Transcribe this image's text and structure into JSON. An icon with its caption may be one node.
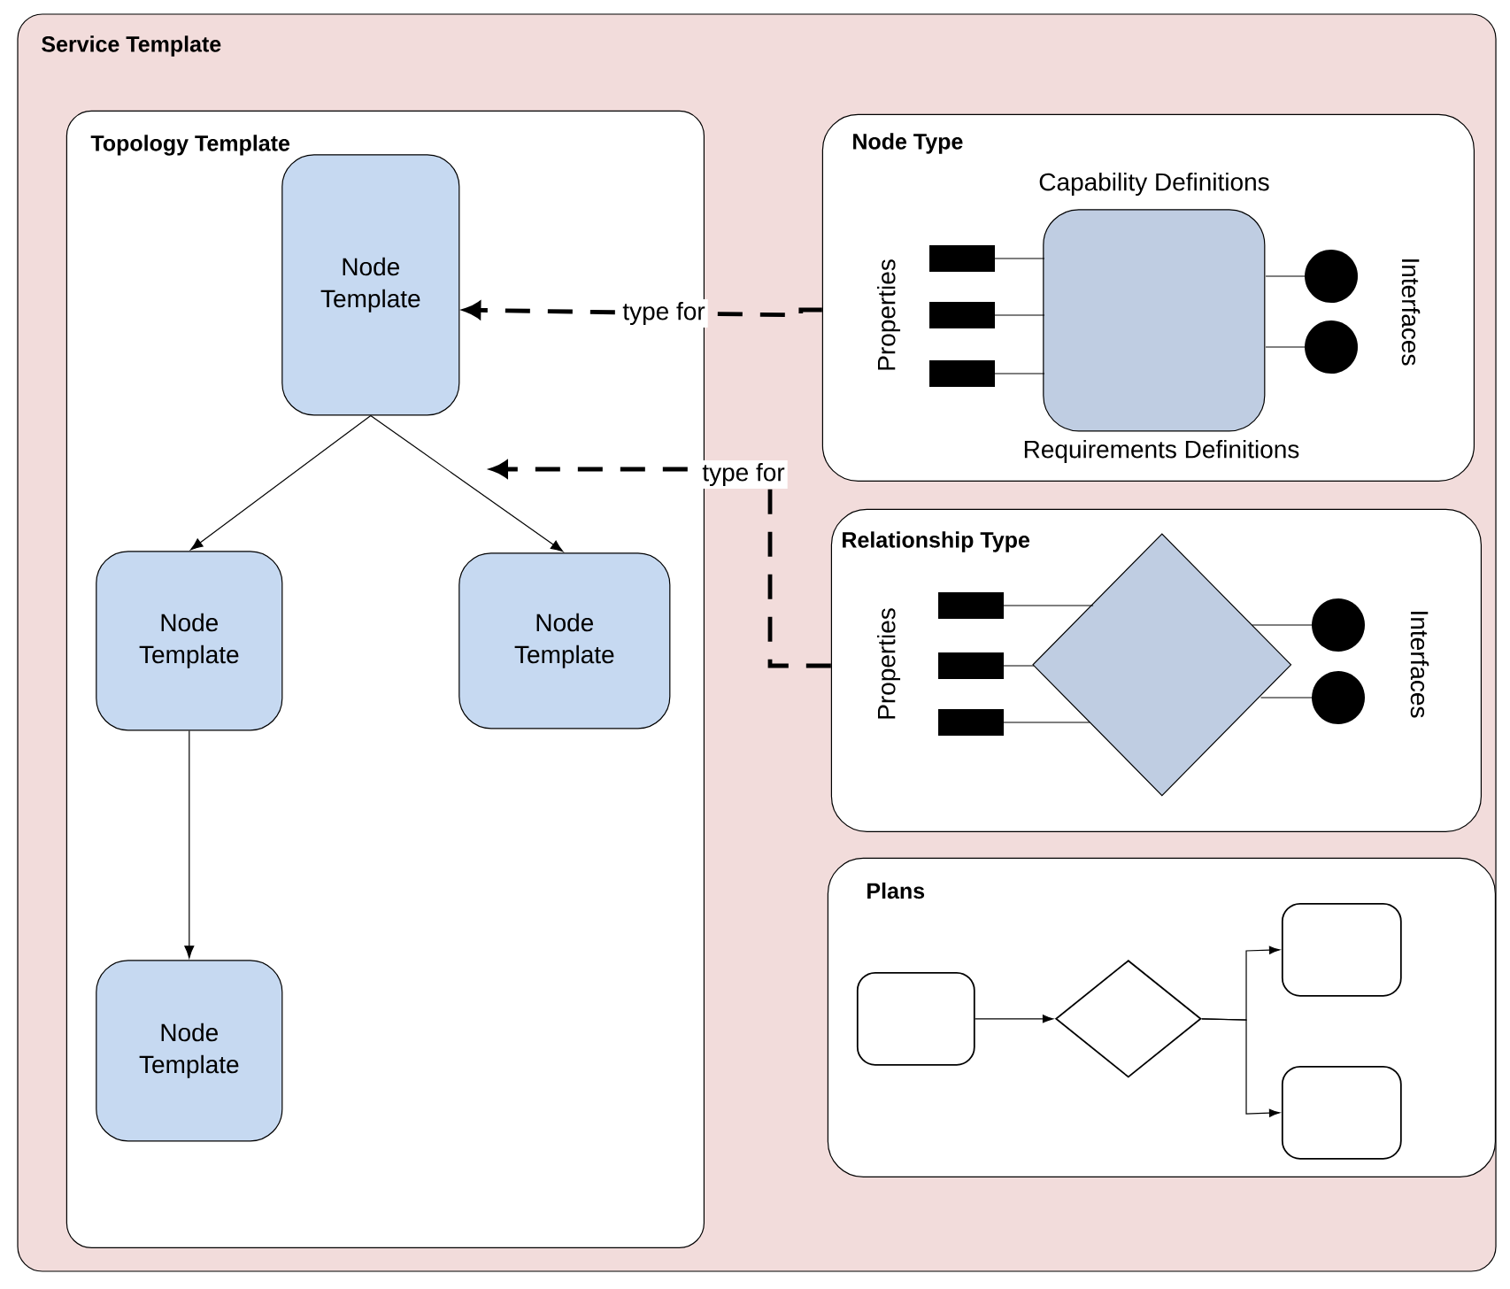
{
  "diagram": {
    "nodes": [
      {
        "text": [
          "Service Template"
        ]
      },
      {
        "text": [
          "Topology Template"
        ],
        "in": 0
      },
      {
        "text": [
          "Node Template"
        ],
        "in": 1
      },
      {
        "text": [
          "Node Template"
        ],
        "in": 1
      },
      {
        "text": [
          "Node Template"
        ],
        "in": 1
      },
      {
        "text": [
          "Node Template"
        ],
        "in": 1
      },
      {
        "text": [
          "Node Type",
          "Capability Definitions",
          "Properties",
          "Interfaces",
          "Requirements Definitions"
        ],
        "in": 0
      },
      {
        "text": [],
        "shape": "box",
        "in": 6
      },
      {
        "text": [
          "Relationship Type",
          "Properties",
          "Interfaces"
        ],
        "in": 0
      },
      {
        "text": [],
        "shape": "diamond",
        "in": 8
      },
      {
        "text": [
          "Plans"
        ],
        "in": 0
      },
      {
        "text": [],
        "shape": "box",
        "in": 10
      },
      {
        "text": [],
        "shape": "diamond",
        "in": 10
      },
      {
        "text": [],
        "shape": "box",
        "in": 10
      },
      {
        "text": [],
        "shape": "box",
        "in": 10
      }
    ],
    "edges": [
      {
        "from": 2,
        "to": 3,
        "arrow": "to"
      },
      {
        "from": 2,
        "to": 4,
        "arrow": "to"
      },
      {
        "from": 3,
        "to": 5,
        "arrow": "to"
      },
      {
        "from": 6,
        "to": 2,
        "arrow": "to",
        "label": "type for",
        "style": "dashed"
      },
      {
        "from": 8,
        "to": null,
        "arrow": "to",
        "label": "type for",
        "style": "dashed"
      },
      {
        "from": 11,
        "to": 12,
        "arrow": "to"
      },
      {
        "from": 12,
        "to": 13,
        "arrow": "to"
      },
      {
        "from": 12,
        "to": 14,
        "arrow": "to"
      }
    ]
  }
}
